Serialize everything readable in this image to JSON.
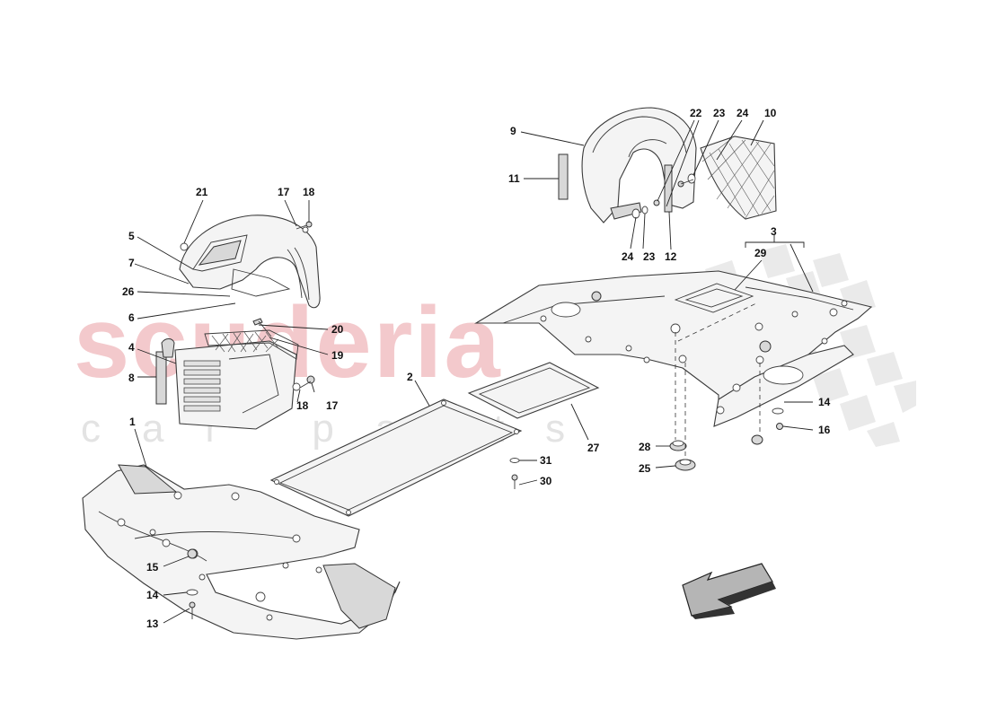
{
  "watermark": {
    "brand": "scuderia",
    "tagline": "car parts"
  },
  "colors": {
    "watermark_red": "#f3c9cc",
    "watermark_grey": "#e3e3e3",
    "line": "#333333",
    "flag": "#e6e6e6"
  },
  "callouts": {
    "c1": "1",
    "c2": "2",
    "c3": "3",
    "c4": "4",
    "c5": "5",
    "c6": "6",
    "c7": "7",
    "c8": "8",
    "c9": "9",
    "c10": "10",
    "c11": "11",
    "c12": "12",
    "c13": "13",
    "c14a": "14",
    "c14b": "14",
    "c15": "15",
    "c16": "16",
    "c17a": "17",
    "c17b": "17",
    "c18a": "18",
    "c18b": "18",
    "c19": "19",
    "c20": "20",
    "c21": "21",
    "c22": "22",
    "c23a": "23",
    "c23b": "23",
    "c24a": "24",
    "c24b": "24",
    "c25": "25",
    "c26": "26",
    "c27": "27",
    "c28": "28",
    "c29": "29",
    "c30": "30",
    "c31": "31"
  }
}
